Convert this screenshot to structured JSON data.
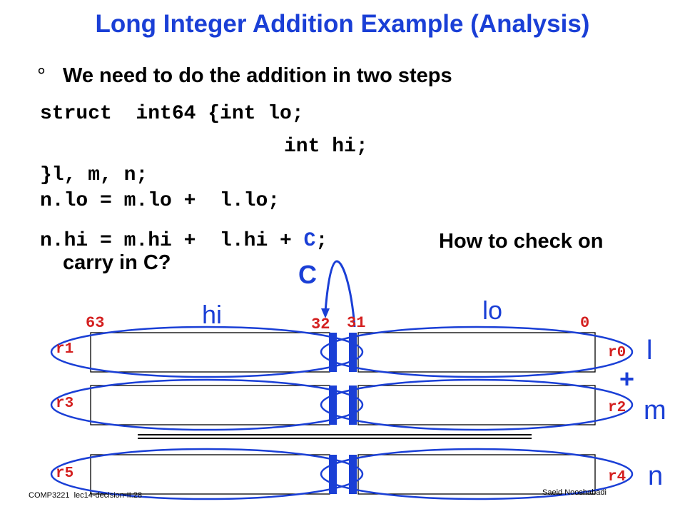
{
  "slide": {
    "title": "Long Integer Addition Example (Analysis)",
    "bullet_mark": "°",
    "bullet_text": "We need to do the addition in two steps",
    "code_lines": [
      "struct  int64 {int lo;",
      "int hi;",
      "}l, m, n;",
      "n.lo = m.lo +  l.lo;"
    ],
    "code_hi_prefix": "n.hi = m.hi +  l.hi + ",
    "code_hi_carry": "C",
    "code_hi_suffix": ";",
    "question_part1": "How to check on",
    "question_part2": "carry in C?"
  },
  "diagram": {
    "carry_label": "C",
    "hi_label": "hi",
    "lo_label": "lo",
    "bit_63": "63",
    "bit_32": "32",
    "bit_31": "31",
    "bit_0": "0",
    "rows": [
      {
        "left_reg": "r1",
        "right_reg": "r0",
        "var": "l"
      },
      {
        "left_reg": "r3",
        "right_reg": "r2",
        "var": "m"
      },
      {
        "left_reg": "r5",
        "right_reg": "r4",
        "var": "n"
      }
    ],
    "plus": "+"
  },
  "footer": {
    "left": "COMP3221  lec14-decision-II.28",
    "right": "Saeid Nooshabadi"
  },
  "colors": {
    "title": "#1a3fd6",
    "accent_blue": "#1a3fd6",
    "bit_red": "#d42020",
    "text": "#000000"
  }
}
